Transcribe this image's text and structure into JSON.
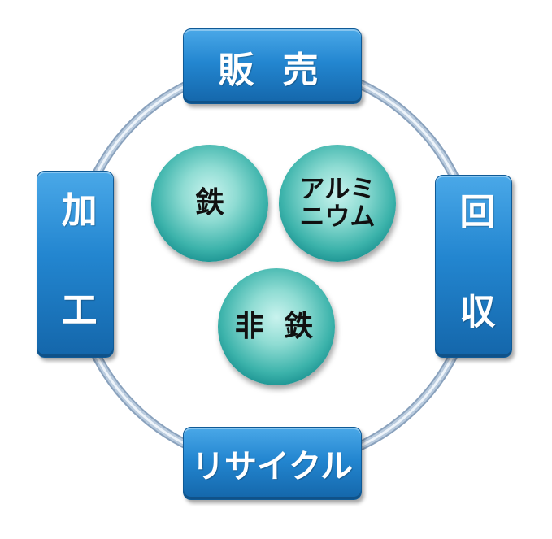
{
  "stages": {
    "top": "販 売",
    "right": "回 収",
    "bottom": "リサイクル",
    "left": "加 工"
  },
  "materials": [
    {
      "lines": [
        "鉄"
      ]
    },
    {
      "lines": [
        "アルミ",
        "ニウム"
      ]
    },
    {
      "lines": [
        "非 鉄"
      ]
    }
  ],
  "colors": {
    "box": "#2386d0",
    "box_light": "#4aa8e8",
    "box_dark": "#1466aa",
    "sphere_light": "#c9f3ee",
    "sphere_mid": "#3cb3ab",
    "sphere_dark": "#086b6e",
    "ring": "#b9cbde",
    "stage_text": "#ffffff",
    "sphere_text": "#111111"
  }
}
